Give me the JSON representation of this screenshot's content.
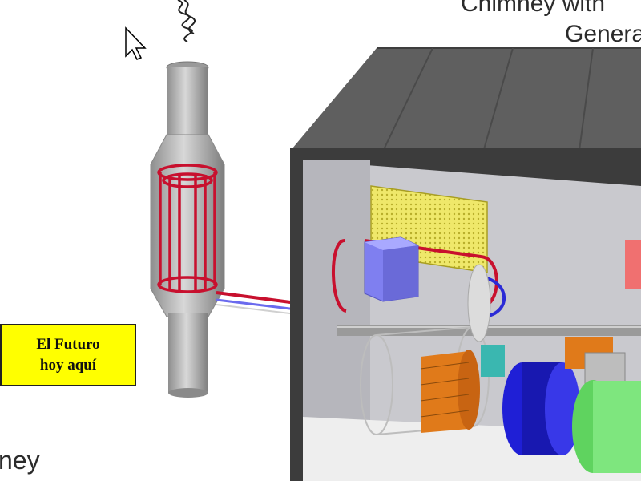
{
  "diagram": {
    "title_line_1": "Chimney with",
    "title_line_2": "Genera",
    "chimney_label": "ney",
    "slogan": {
      "line_1": "El Futuro",
      "line_2": "hoy aquí"
    }
  },
  "colors": {
    "chimney_gray": "#b9b9b9",
    "heating_coil_red": "#c8102e",
    "cabinet_dark": "#5a5a5a",
    "heat_panel_yellow": "#f2ec7a",
    "block_blue": "#7f7ff0",
    "generator_blue": "#1f1fd6",
    "coil_orange": "#e07a1a",
    "motor_green": "#7ee67e",
    "slogan_bg": "#ffff00"
  },
  "icons": {
    "cursor": "mouse-pointer-icon",
    "smoke": "smoke-squiggle-icon"
  }
}
